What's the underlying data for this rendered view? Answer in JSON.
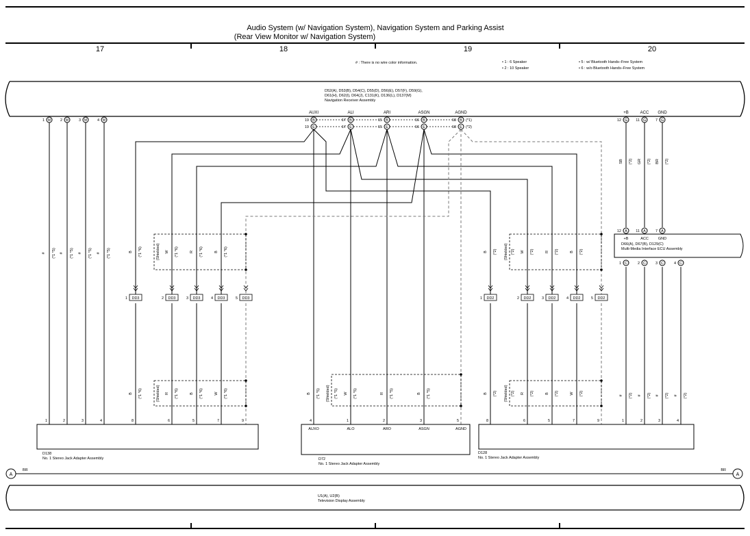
{
  "title": {
    "line1": "Audio System (w/ Navigation System), Navigation System and Parking Assist",
    "line2": "(Rear View Monitor w/ Navigation System)"
  },
  "columns": [
    "17",
    "18",
    "19",
    "20"
  ],
  "notes": {
    "hash": "# : There is no wire color information.",
    "n1": "• 1 : 6 Speaker",
    "n2": "• 2 : 10 Speaker",
    "n5": "• 5 : w/ Bluetooth Hands–Free System",
    "n6": "• 6 : w/o Bluetooth Hands–Free System"
  },
  "nav_receiver": {
    "codes1": "D52(A), D53(B), D54(C), D55(D), D56(E), D57(F), D59(G),",
    "codes2": "D61(H), D62(I), D64(J), C131(K), D136(L), D137(M)",
    "name": "Navigation Receiver Assembly",
    "pins": [
      {
        "label": "AUXI",
        "a_num": "19",
        "a_con": "B",
        "b_num": "19",
        "b_con": "E"
      },
      {
        "label": "ALI",
        "a_num": "17",
        "a_con": "B",
        "b_num": "17",
        "b_con": "E"
      },
      {
        "label": "ARI",
        "a_num": "15",
        "a_con": "B",
        "b_num": "15",
        "b_con": "E"
      },
      {
        "label": "ASGN",
        "a_num": "16",
        "a_con": "B",
        "b_num": "16",
        "b_con": "E"
      },
      {
        "label": "AGND",
        "a_num": "18",
        "a_con": "B",
        "b_num": "18",
        "b_con": "E"
      }
    ],
    "agnd_notes": [
      "(*1)",
      "(*2)"
    ],
    "left_pins": [
      {
        "num": "1",
        "con": "M"
      },
      {
        "num": "2",
        "con": "M"
      },
      {
        "num": "3",
        "con": "M"
      },
      {
        "num": "4",
        "con": "M"
      }
    ],
    "right_pins": [
      {
        "label": "+B",
        "num": "12",
        "con": "G"
      },
      {
        "label": "ACC",
        "num": "11",
        "con": "G"
      },
      {
        "label": "GND",
        "num": "7",
        "con": "G"
      }
    ]
  },
  "mmi": {
    "codes": "D66(A), D67(B), D129(C)",
    "name": "Multi-Media Interface ECU Assembly",
    "top_pins": [
      {
        "label": "+B",
        "num": "12",
        "con": "A"
      },
      {
        "label": "ACC",
        "num": "11",
        "con": "A"
      },
      {
        "label": "GND",
        "num": "7",
        "con": "A"
      }
    ],
    "bottom_pins": [
      {
        "num": "1",
        "con": "C"
      },
      {
        "num": "2",
        "con": "C"
      },
      {
        "num": "3",
        "con": "C"
      },
      {
        "num": "4",
        "con": "C"
      }
    ]
  },
  "wire_labels": {
    "sb": "SB",
    "gr": "GR",
    "br": "BR",
    "b": "B",
    "w": "W",
    "r": "R",
    "hash": "#",
    "shielded": "(Shielded)",
    "n15": "(*1 *5)",
    "n16": "(*1 *6)",
    "n2": "(*2)"
  },
  "junctions": {
    "dd3": "DD3",
    "dd2": "DD2",
    "nums": [
      "1",
      "2",
      "3",
      "4",
      "5"
    ]
  },
  "d138": {
    "code": "D138",
    "name": "No. 1 Stereo Jack Adapter Assembly",
    "pins": [
      "1",
      "2",
      "3",
      "4",
      "8",
      "6",
      "5",
      "7",
      "9"
    ]
  },
  "d72": {
    "code": "D72",
    "name": "No. 1 Stereo Jack Adapter Assembly",
    "pins": [
      "4",
      "1",
      "2",
      "3",
      "5"
    ],
    "labels": [
      "AUXO",
      "ALO",
      "ARO",
      "ASGN",
      "AGND"
    ]
  },
  "d128": {
    "code": "D128",
    "name": "No. 1 Stereo Jack Adapter Assembly",
    "pins": [
      "8",
      "6",
      "5",
      "7",
      "9"
    ]
  },
  "ground": {
    "label": "A",
    "wire": "BR"
  },
  "tv": {
    "codes": "U1(A), U2(B)",
    "name": "Television Display Assembly"
  }
}
